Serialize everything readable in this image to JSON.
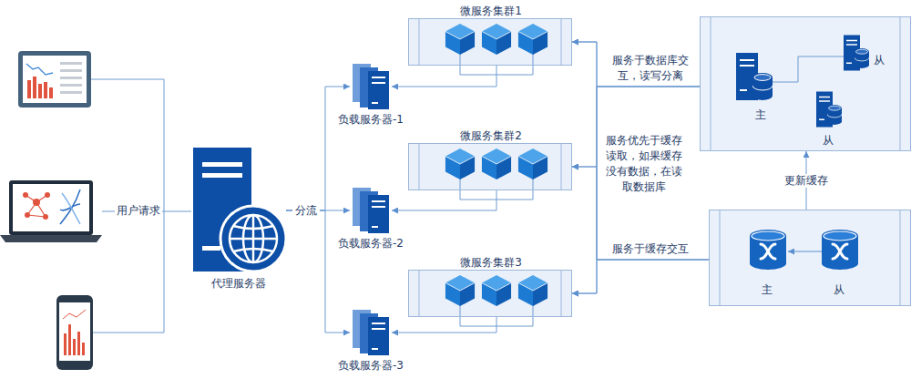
{
  "diagram": {
    "nodes": [
      {
        "text": [
          "代理服务器"
        ]
      },
      {
        "text": [
          "负载服务器-1"
        ]
      },
      {
        "text": [
          "负载服务器-2"
        ]
      },
      {
        "text": [
          "负载服务器-3"
        ]
      },
      {
        "text": [
          "微服务集群1"
        ]
      },
      {
        "text": [
          "微服务集群2"
        ]
      },
      {
        "text": [
          "微服务集群3"
        ]
      },
      {
        "text": [
          "主",
          "从",
          "从"
        ]
      },
      {
        "text": [
          "主",
          "从"
        ]
      }
    ],
    "edges": [
      {
        "from": 0,
        "to": 1,
        "arrow": "to"
      },
      {
        "from": 0,
        "to": 2,
        "label": "分流",
        "arrow": "to"
      },
      {
        "from": 0,
        "to": 3,
        "arrow": "to"
      },
      {
        "from": 4,
        "to": 1,
        "arrow": "to"
      },
      {
        "from": 5,
        "to": 2,
        "arrow": "to"
      },
      {
        "from": 6,
        "to": 3,
        "arrow": "to"
      },
      {
        "from": 7,
        "to": 4,
        "arrow": "to"
      },
      {
        "from": 7,
        "to": 5,
        "arrow": "to"
      },
      {
        "from": 7,
        "to": 6,
        "arrow": "to"
      },
      {
        "from": 8,
        "to": 4,
        "arrow": "to"
      },
      {
        "from": 8,
        "to": 5,
        "arrow": "to"
      },
      {
        "from": 8,
        "to": 6,
        "arrow": "to"
      },
      {
        "from": 8,
        "to": 7,
        "label": "更新缓存",
        "arrow": "to"
      }
    ],
    "labels": [
      "用户请求",
      "服务于数据库交互，读写分离",
      "服务优先于缓存读取，如果缓存没有数据，在读取数据库",
      "服务于缓存交互"
    ]
  }
}
